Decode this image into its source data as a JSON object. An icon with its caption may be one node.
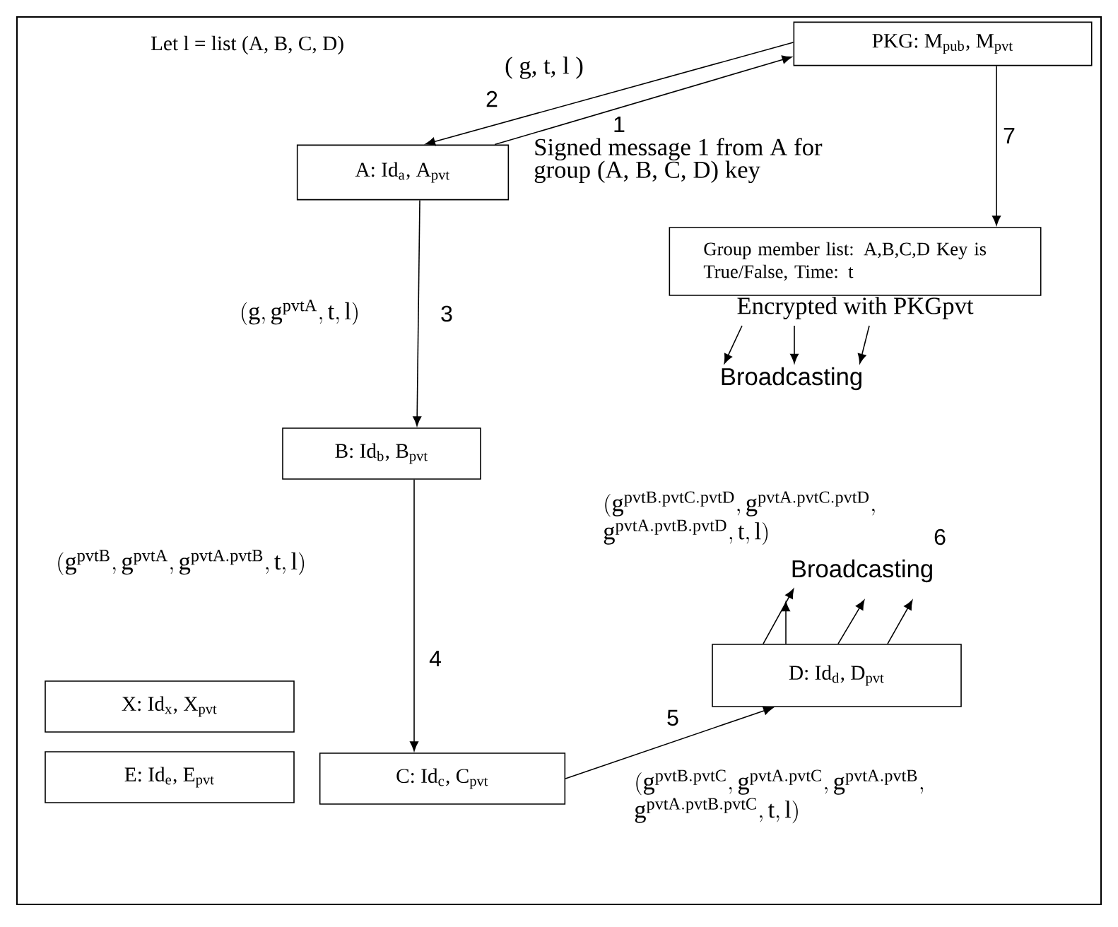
{
  "diagram": {
    "nodes": [
      {
        "text": [
          "PKG: M$_{pub}$, M$_{pvt}$"
        ]
      },
      {
        "text": [
          "A: Id$_{a}$, A$_{pvt}$"
        ]
      },
      {
        "text": [
          "Group member list: A,B,C,D Key is True/False, Time: t"
        ]
      },
      {
        "text": [
          "Encrypted with PKGpvt"
        ]
      },
      {
        "text": [
          "Broadcasting"
        ]
      },
      {
        "text": [
          "B: Id$_{b}$, B$_{pvt}$"
        ]
      },
      {
        "text": [
          "Broadcasting"
        ]
      },
      {
        "text": [
          "D: Id$_{d}$, D$_{pvt}$"
        ]
      },
      {
        "text": [
          "X: Id$_{x}$, X$_{pvt}$"
        ]
      },
      {
        "text": [
          "E: Id$_{e}$, E$_{pvt}$"
        ]
      },
      {
        "text": [
          "C: Id$_{c}$, C$_{pvt}$"
        ]
      }
    ],
    "edges": [
      {
        "from": 0,
        "to": 1,
        "arrow": "to",
        "label": "2"
      },
      {
        "from": 1,
        "to": 0,
        "arrow": "to",
        "label": "1"
      },
      {
        "from": 0,
        "to": 2,
        "arrow": "to",
        "label": "7"
      },
      {
        "from": 1,
        "to": 5,
        "arrow": "to",
        "label": "3"
      },
      {
        "from": 5,
        "to": 10,
        "arrow": "to",
        "label": "4"
      },
      {
        "from": 10,
        "to": 7,
        "arrow": "to",
        "label": "5"
      },
      {
        "from": 3,
        "to": 4,
        "arrow": "to"
      },
      {
        "from": 3,
        "to": 4,
        "arrow": "to"
      },
      {
        "from": 3,
        "to": 4,
        "arrow": "to"
      },
      {
        "from": 7,
        "to": 6,
        "arrow": "to"
      },
      {
        "from": 7,
        "to": 6,
        "arrow": "to"
      },
      {
        "from": 7,
        "to": 6,
        "arrow": "to"
      },
      {
        "from": 7,
        "to": 6,
        "arrow": "to"
      }
    ],
    "labels": [
      "Let l = list (A, B, C, D)",
      "( g, t, l )",
      "Signed message 1 from A for group (A, B, C, D) key",
      "(\\mathrm{g}, \\mathrm{g}^{\\mathrm{pvtA}}, \\mathrm{t}, \\mathrm{l})",
      "\\begin{array}{@{}l@{}}(\\mathrm{g}^{\\mathrm{pvtB.pvtC.pvtD}}, \\mathrm{g}^{\\mathrm{pvtA.pvtC.pvtD}},\\\\ \\mathrm{g}^{\\mathrm{pvtA.pvtB.pvtD}}, \\mathrm{t}, \\mathrm{l})\\end{array}",
      "6",
      "(\\mathrm{g}^{\\mathrm{pvtB}}, \\mathrm{g}^{\\mathrm{pvtA}}, \\mathrm{g}^{\\mathrm{pvtA.pvtB}}, \\mathrm{t}, \\mathrm{l})",
      "\\begin{array}{@{}l@{}}(\\mathrm{g}^{\\mathrm{pvtB.pvtC}}, \\mathrm{g}^{\\mathrm{pvtA.pvtC}}, \\mathrm{g}^{\\mathrm{pvtA.pvtB}},\\\\ \\mathrm{g}^{\\mathrm{pvtA.pvtB.pvtC}}, \\mathrm{t}, \\mathrm{l})\\end{array}"
    ]
  }
}
